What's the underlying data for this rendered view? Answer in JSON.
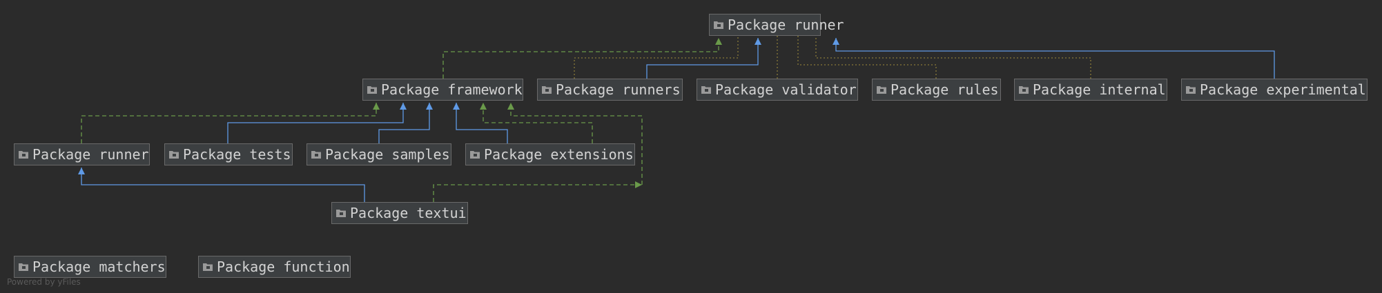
{
  "colors": {
    "background": "#2b2b2b",
    "node_fill": "#3c3f41",
    "node_border": "#6a6a6a",
    "node_text": "#d3d3d3",
    "edge_inherit": "#5f9ae6",
    "edge_implement": "#6a9a4a",
    "edge_dependency": "#8a7a38"
  },
  "icon": "package-folder-icon",
  "nodes": {
    "runner_top": "Package runner",
    "framework": "Package framework",
    "runners": "Package runners",
    "validator": "Package validator",
    "rules": "Package rules",
    "internal": "Package internal",
    "experimental": "Package experimental",
    "runner_left": "Package runner",
    "tests": "Package tests",
    "samples": "Package samples",
    "extensions": "Package extensions",
    "textui": "Package textui",
    "matchers": "Package matchers",
    "function": "Package function"
  },
  "watermark": "Powered by yFiles"
}
